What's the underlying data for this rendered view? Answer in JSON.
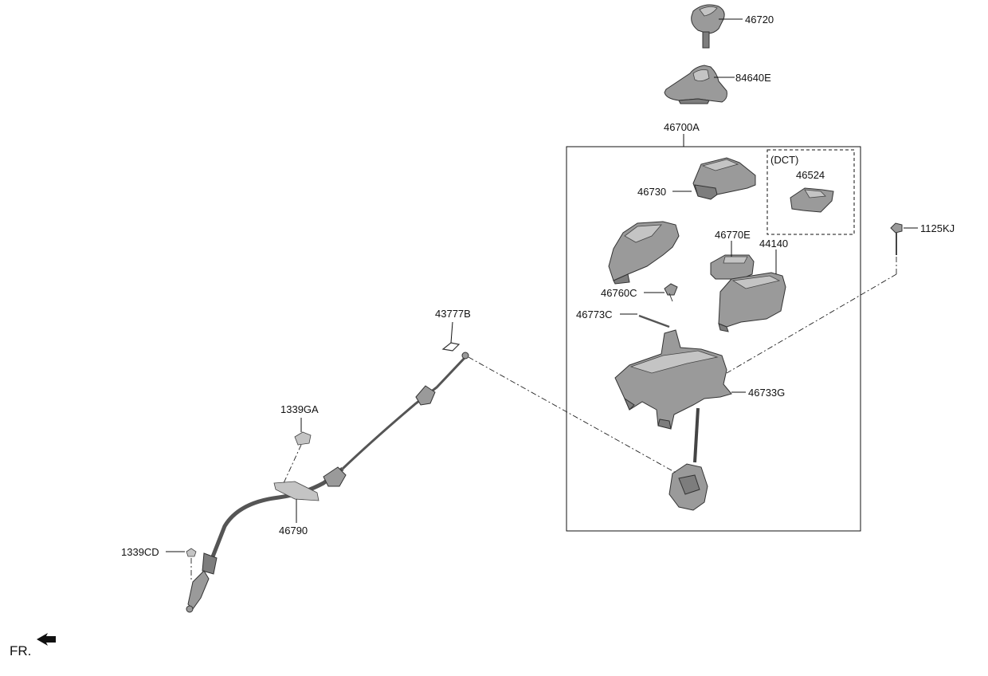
{
  "diagram": {
    "labels": {
      "knob": "46720",
      "boot": "84640E",
      "assembly": "46700A",
      "dct_title": "(DCT)",
      "dct_part": "46524",
      "cover": "46730",
      "module": "46770E",
      "control_unit": "44140",
      "pin": "46760C",
      "rod": "46773C",
      "bracket": "46733G",
      "bolt": "1125KJ",
      "clip": "43777B",
      "nut_upper": "1339GA",
      "cable": "46790",
      "nut_lower": "1339CD"
    },
    "direction_marker": "FR."
  }
}
